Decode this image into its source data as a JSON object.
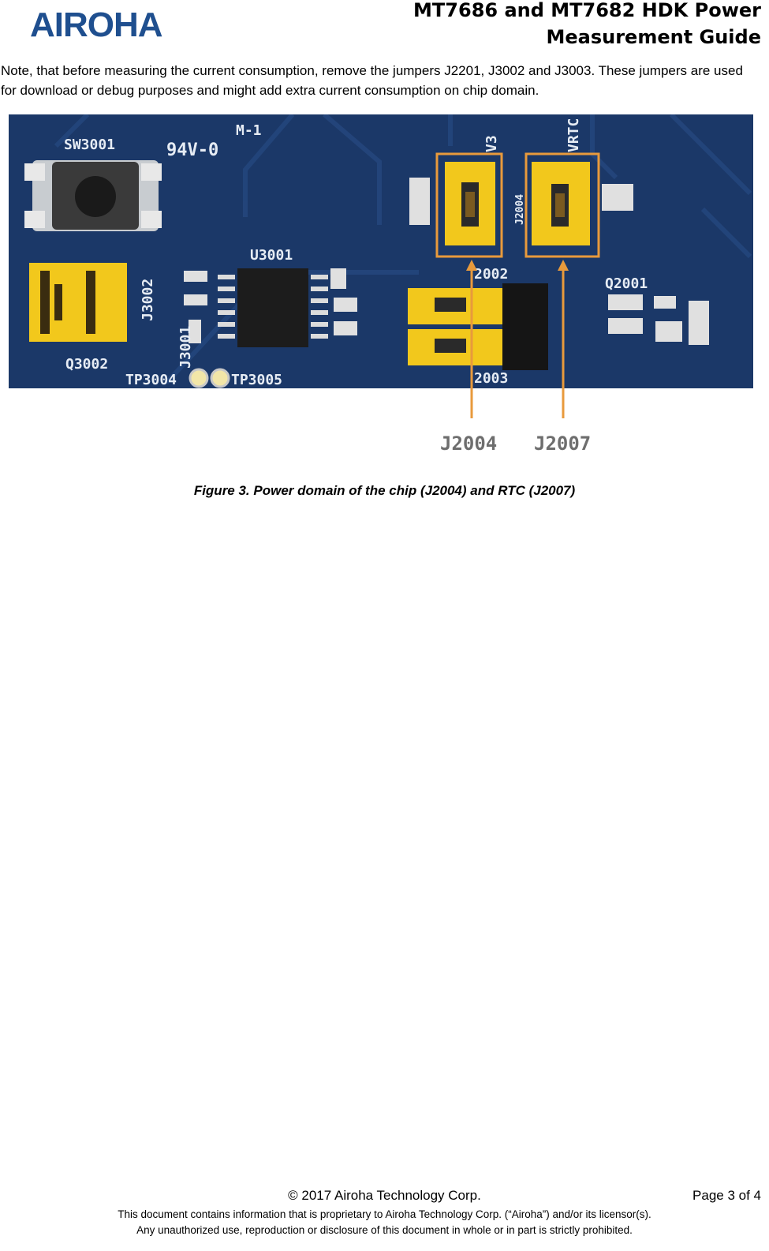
{
  "header": {
    "logo_text": "AIROHA",
    "title_line1": "MT7686 and MT7682 HDK Power",
    "title_line2": "Measurement Guide"
  },
  "body": {
    "note": "Note, that before measuring the current consumption, remove the jumpers J2201, J3002 and J3003. These jumpers are used for download or debug purposes and might add extra current consumption on chip domain."
  },
  "figure": {
    "silkscreen": [
      "SW3001",
      "94V-0",
      "M-1",
      "U3001",
      "J3002",
      "J3001",
      "Q3002",
      "TP3004",
      "TP3005",
      "V3",
      "VRTC",
      "J2004",
      "2002",
      "2003",
      "Q2001"
    ],
    "callout_labels": [
      "J2004",
      "J2007"
    ],
    "highlight_color": "#e89a3c",
    "board_color": "#1b3868",
    "jumper_color": "#f2c81c",
    "caption": "Figure 3. Power domain of the chip (J2004) and RTC (J2007)"
  },
  "footer": {
    "copyright": "© 2017 Airoha Technology Corp.",
    "page": "Page 3 of 4",
    "line1": "This document contains information that is proprietary to Airoha Technology Corp. (“Airoha”) and/or its licensor(s).",
    "line2": "Any unauthorized use, reproduction or disclosure of this document in whole or in part is strictly prohibited."
  }
}
